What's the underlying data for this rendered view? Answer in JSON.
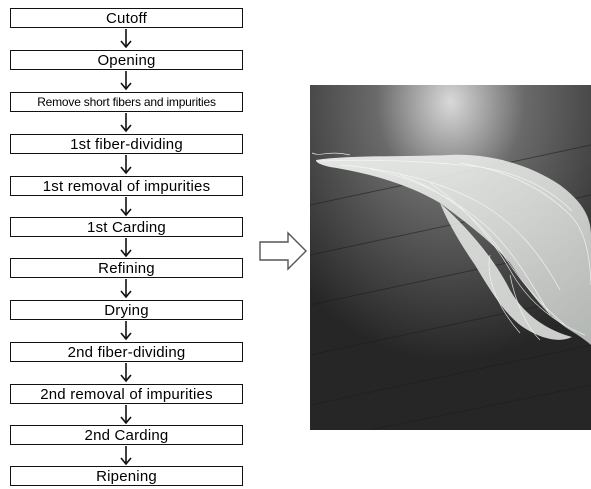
{
  "process_steps": [
    {
      "label": "Cutoff"
    },
    {
      "label": "Opening"
    },
    {
      "label": "Remove short fibers and impurities"
    },
    {
      "label": "1st  fiber-dividing"
    },
    {
      "label": "1st  removal of impurities"
    },
    {
      "label": "1st  Carding"
    },
    {
      "label": "Refining"
    },
    {
      "label": "Drying"
    },
    {
      "label": "2nd  fiber-dividing"
    },
    {
      "label": "2nd  removal of impurities"
    },
    {
      "label": "2nd  Carding"
    },
    {
      "label": "Ripening"
    }
  ],
  "photo": {
    "subject": "white-fiber-bundle-photo",
    "background_color": "#2b2b2b",
    "fiber_color": "#e6e8e6"
  },
  "colors": {
    "box_border": "#111111",
    "arrow": "#111111"
  }
}
